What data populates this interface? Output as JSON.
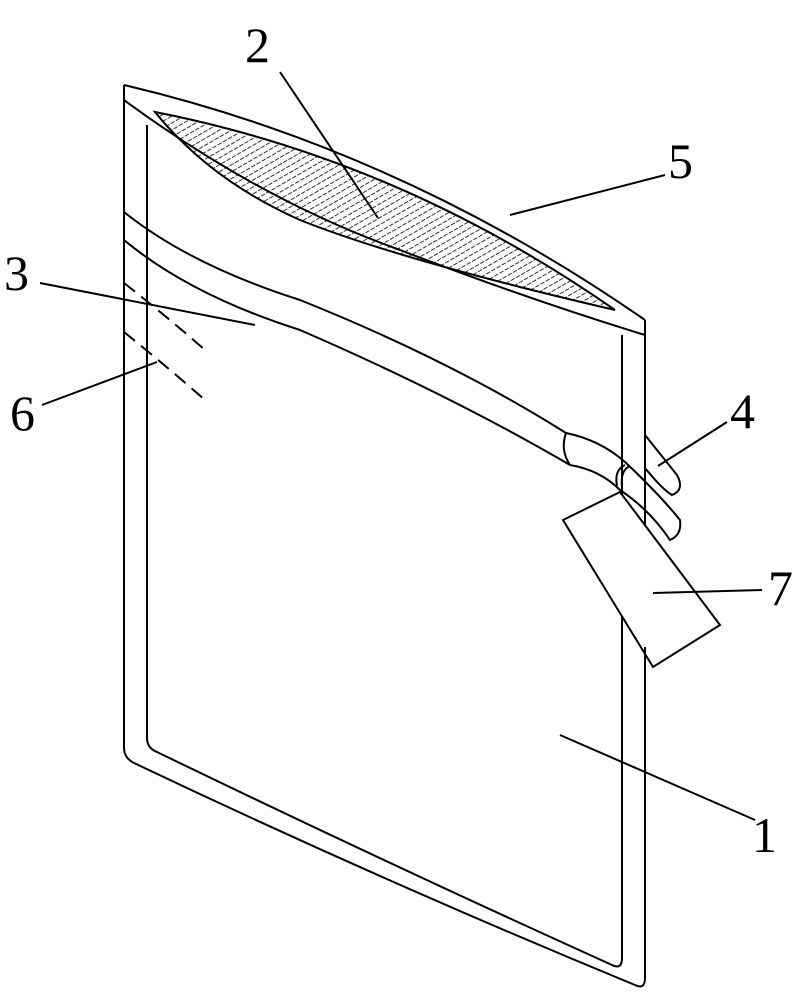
{
  "figure": {
    "labels": {
      "bag_body": "1",
      "filter_layer": "2",
      "sealing_strip": "3",
      "tube": "4",
      "opening_edge": "5",
      "tear_line": "6",
      "tag": "7"
    },
    "colors": {
      "line": "#000000",
      "background": "#ffffff"
    }
  }
}
